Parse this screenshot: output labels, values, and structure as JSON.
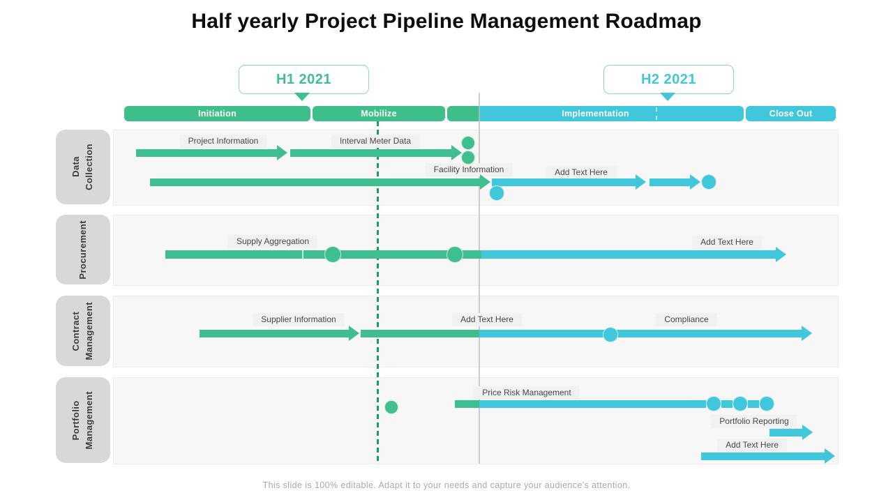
{
  "title": "Half yearly Project Pipeline Management Roadmap",
  "footer": "This slide is 100% editable. Adapt it to your needs and capture your audience's attention.",
  "colors": {
    "green": "#3fbf8f",
    "green_dark_dashed_line": "#14a05f",
    "cyan": "#41c7db",
    "gray_today_line": "#bdbdbd",
    "lane_row_bg": "#f7f7f7",
    "lane_label_bg": "#d8d8d8",
    "chip_bg": "#f1f1f1",
    "chip_text": "#474747",
    "marker_border": "#8dd7cb",
    "title_text": "#0d0d0d",
    "footer_text": "#a9a9a9"
  },
  "timeline": {
    "markers": [
      {
        "label": "H1 2021"
      },
      {
        "label": "H2 2021"
      }
    ],
    "phases": [
      {
        "label": "Initiation"
      },
      {
        "label": "Mobilize"
      },
      {
        "label": "Implementation"
      },
      {
        "label": "Close Out"
      }
    ]
  },
  "lanes": [
    {
      "label": "Data\nCollection",
      "tasks": [
        "Project Information",
        "Interval Meter Data",
        "Facility Information",
        "Add Text Here"
      ]
    },
    {
      "label": "Procurement",
      "tasks": [
        "Supply Aggregation",
        "Add Text Here"
      ]
    },
    {
      "label": "Contract\nManagement",
      "tasks": [
        "Supplier Information",
        "Add Text Here",
        "Compliance"
      ]
    },
    {
      "label": "Portfolio\nManagement",
      "tasks": [
        "Price Risk Management",
        "Portfolio Reporting",
        "Add Text Here"
      ]
    }
  ]
}
